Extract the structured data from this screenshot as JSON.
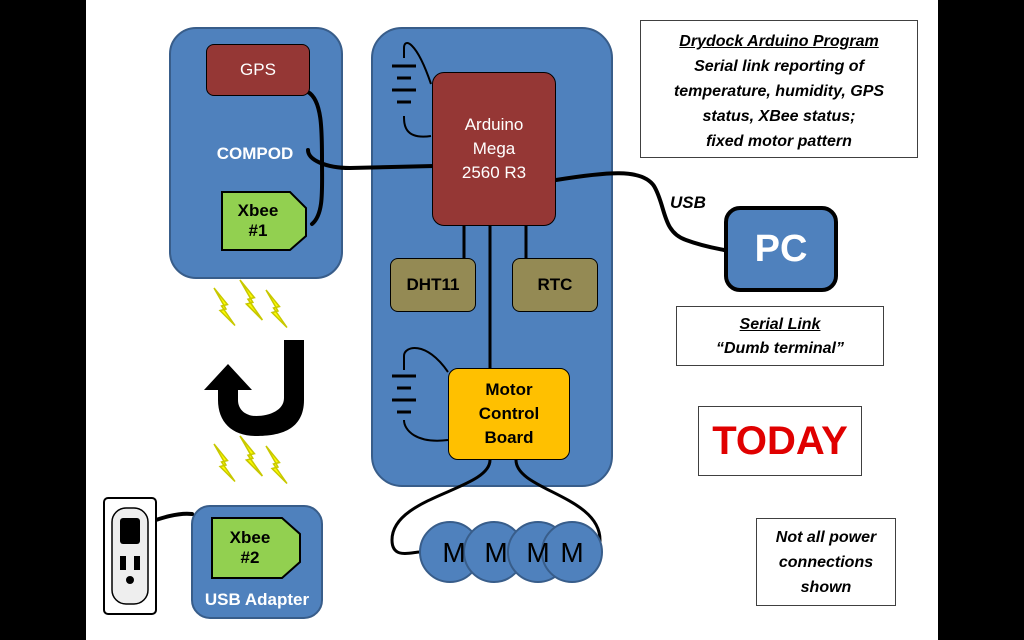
{
  "nodes": {
    "gps": "GPS",
    "compod": "COMPOD",
    "xbee1": [
      "Xbee",
      "#1"
    ],
    "xbee2": [
      "Xbee",
      "#2"
    ],
    "usb_adapter": "USB Adapter",
    "arduino": [
      "Arduino",
      "Mega",
      "2560 R3"
    ],
    "dht11": "DHT11",
    "rtc": "RTC",
    "motor_board": [
      "Motor",
      "Control",
      "Board"
    ],
    "motors": [
      "M",
      "M",
      "M",
      "M"
    ],
    "pc": "PC",
    "usb_label": "USB"
  },
  "notes": {
    "program": {
      "title": "Drydock Arduino Program",
      "lines": [
        "Serial link reporting of",
        "temperature, humidity, GPS",
        "status, XBee status;",
        "fixed motor pattern"
      ]
    },
    "serial": {
      "title": "Serial Link",
      "subtitle": "“Dumb terminal”"
    },
    "today": "TODAY",
    "power": [
      "Not all power",
      "connections",
      "shown"
    ]
  },
  "colors": {
    "panel_blue": "#4f81bd",
    "gps_red": "#953735",
    "xbee_green": "#92d050",
    "sensor_olive": "#948a54",
    "motor_yellow": "#ffc000",
    "today_red": "#e00000",
    "lightning": "#ffff00"
  },
  "icons": [
    "battery-icon",
    "lightning-icon",
    "u-turn-arrow-icon",
    "wall-outlet-icon"
  ]
}
